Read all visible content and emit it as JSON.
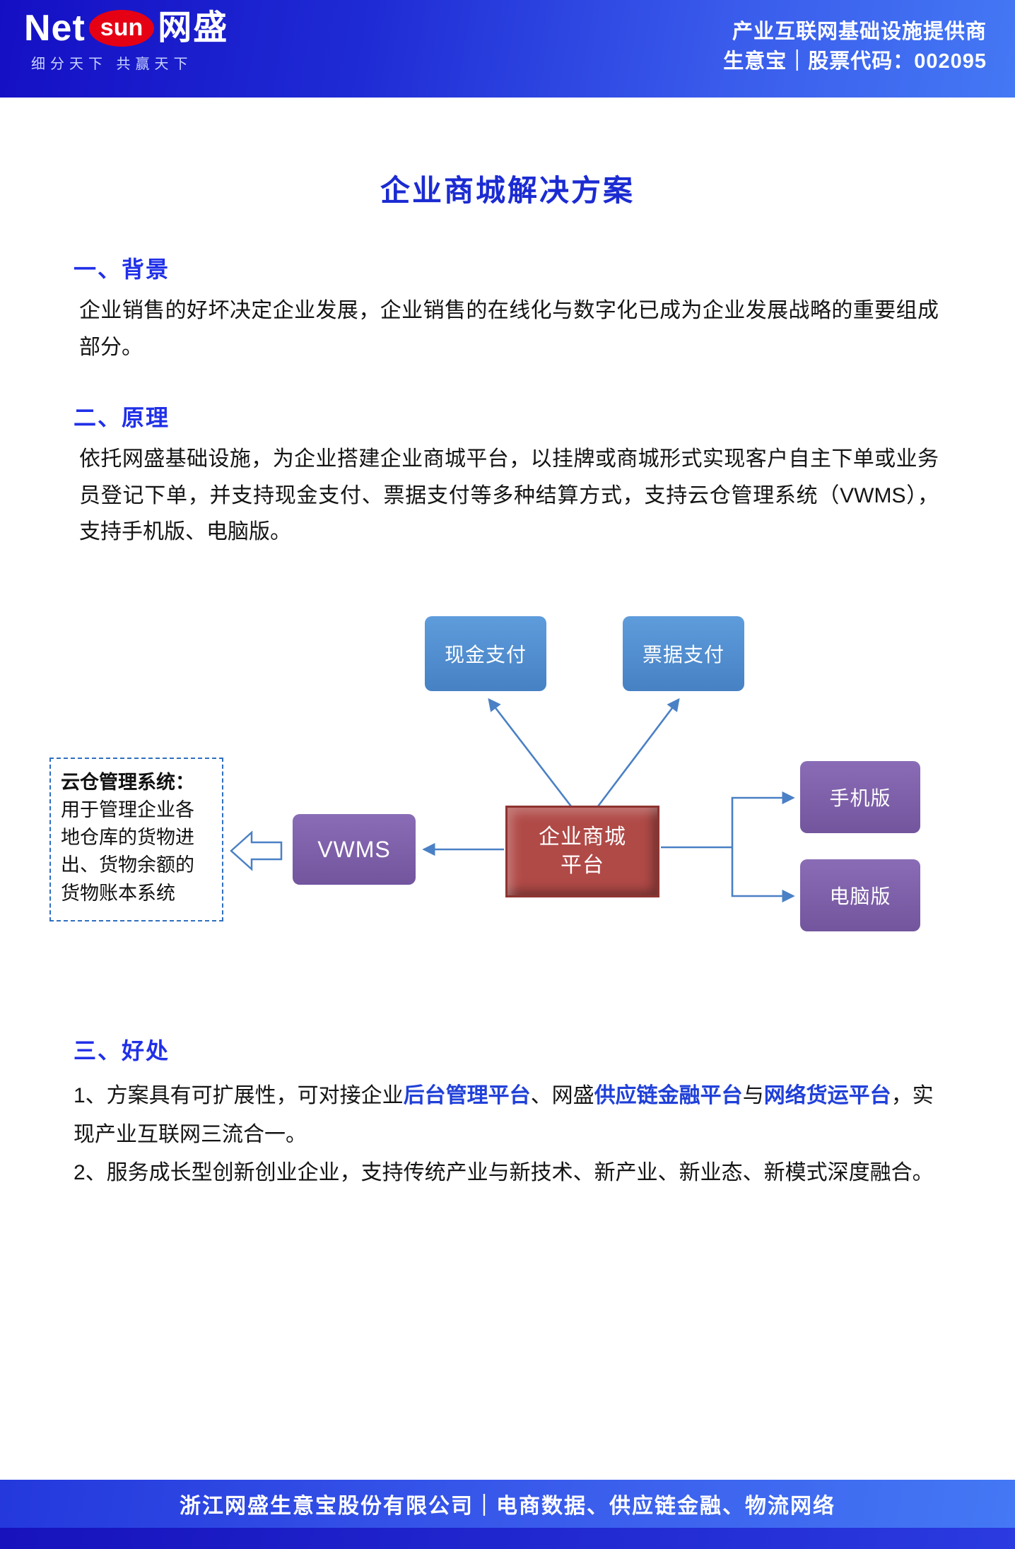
{
  "header": {
    "logo_net": "Net",
    "logo_sun": "sun",
    "logo_name": "网盛",
    "tagline": "细分天下 共赢天下",
    "right_line1": "产业互联网基础设施提供商",
    "right_line2": "生意宝｜股票代码：002095"
  },
  "title": "企业商城解决方案",
  "sections": {
    "background": {
      "heading": "一、背景",
      "body": "企业销售的好坏决定企业发展，企业销售的在线化与数字化已成为企业发展战略的重要组成部分。"
    },
    "principle": {
      "heading": "二、原理",
      "body": "依托网盛基础设施，为企业搭建企业商城平台，以挂牌或商城形式实现客户自主下单或业务员登记下单，并支持现金支付、票据支付等多种结算方式，支持云仓管理系统（VWMS），支持手机版、电脑版。"
    },
    "benefits": {
      "heading": "三、好处",
      "item1_prefix": "1、方案具有可扩展性，可对接企业",
      "item1_link1": "后台管理平台",
      "item1_sep1": "、网盛",
      "item1_link2": "供应链金融平台",
      "item1_sep2": "与",
      "item1_link3": "网络货运平台",
      "item1_suffix": "，实现产业互联网三流合一。",
      "item2": "2、服务成长型创新创业企业，支持传统产业与新技术、新产业、新业态、新模式深度融合。"
    }
  },
  "diagram": {
    "cash_box": "现金支付",
    "bill_box": "票据支付",
    "center_line1": "企业商城",
    "center_line2": "平台",
    "vwms_box": "VWMS",
    "mobile_box": "手机版",
    "pc_box": "电脑版",
    "note_title": "云仓管理系统：",
    "note_lines": [
      "用于管理企业各",
      "地仓库的货物进",
      "出、货物余额的",
      "货物账本系统"
    ]
  },
  "footer": {
    "text": "浙江网盛生意宝股份有限公司｜电商数据、供应链金融、物流网络"
  },
  "colors": {
    "header_gradient_start": "#150fc4",
    "header_gradient_end": "#4478f4",
    "title_blue": "#1b2bd2",
    "heading_blue": "#2030e8",
    "highlight_blue": "#2040d8",
    "box_blue": "#4e8ed2",
    "box_purple": "#7d5fa6",
    "box_red": "#b04a47",
    "arrow_blue": "#4a80c5",
    "logo_red": "#e60014"
  }
}
